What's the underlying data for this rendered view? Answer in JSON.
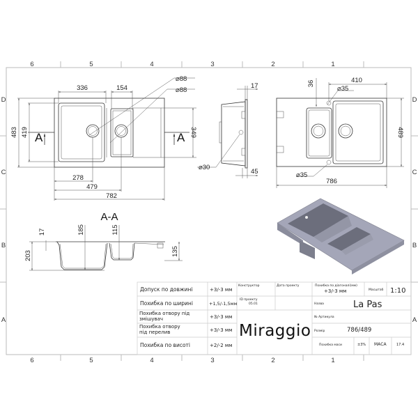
{
  "drawing": {
    "grid_columns": [
      "6",
      "5",
      "4",
      "3",
      "2",
      "1"
    ],
    "grid_rows": [
      "D",
      "C",
      "B",
      "A"
    ],
    "top_view": {
      "dimensions": {
        "d88_a": "⌀88",
        "d88_b": "⌀88",
        "w336": "336",
        "w154": "154",
        "h483": "483",
        "h419": "419",
        "h349": "349",
        "w278": "278",
        "w479": "479",
        "w782": "782"
      },
      "section_mark_left": "A",
      "section_mark_right": "A"
    },
    "side_view": {
      "dimensions": {
        "d17": "17",
        "d30": "⌀30",
        "d45": "45"
      }
    },
    "bottom_view": {
      "dimensions": {
        "d36": "36",
        "w410": "410",
        "d35_top": "⌀35",
        "d35_bottom": "⌀35",
        "h489": "489",
        "w786": "786"
      }
    },
    "section": {
      "title": "A-A",
      "dimensions": {
        "d17": "17",
        "d185": "185",
        "d115": "115",
        "d203": "203",
        "d135": "135"
      }
    },
    "iso_view": {
      "color": "#9a9cae"
    }
  },
  "title_block": {
    "tolerances": [
      {
        "label": "Допуск по довжині",
        "value": "+3/-3 мм"
      },
      {
        "label": "Похибка по ширині",
        "value": "+1,5/-1,5мм"
      },
      {
        "label": "Похибка отвору під змішувач",
        "value": "+3/-3 мм"
      },
      {
        "label": "Похибка отвору під перелив",
        "value": "+3/-3 мм"
      },
      {
        "label": "Похибка по висоті",
        "value": "+2/-2 мм"
      }
    ],
    "constructor_label": "Конструктор",
    "review_date_label": "Дата проекту",
    "project_id_label": "ID проекту",
    "project_id_value": "05.01",
    "brand": "Miraggio",
    "diag_error_label": "Похибка по діагоналі(мм)",
    "diag_error_value": "+3/-3 мм",
    "scale_label": "Масштаб",
    "scale_value": "1:10",
    "name_label": "Назва",
    "name_value": "La Pas",
    "article_label": "№ Артикула",
    "size_label": "Розмір",
    "size_value": "786/489",
    "mass_error_label": "Похибка маси",
    "mass_error_value": "±3%",
    "mass_label": "МАСА",
    "mass_value": "17.4"
  }
}
